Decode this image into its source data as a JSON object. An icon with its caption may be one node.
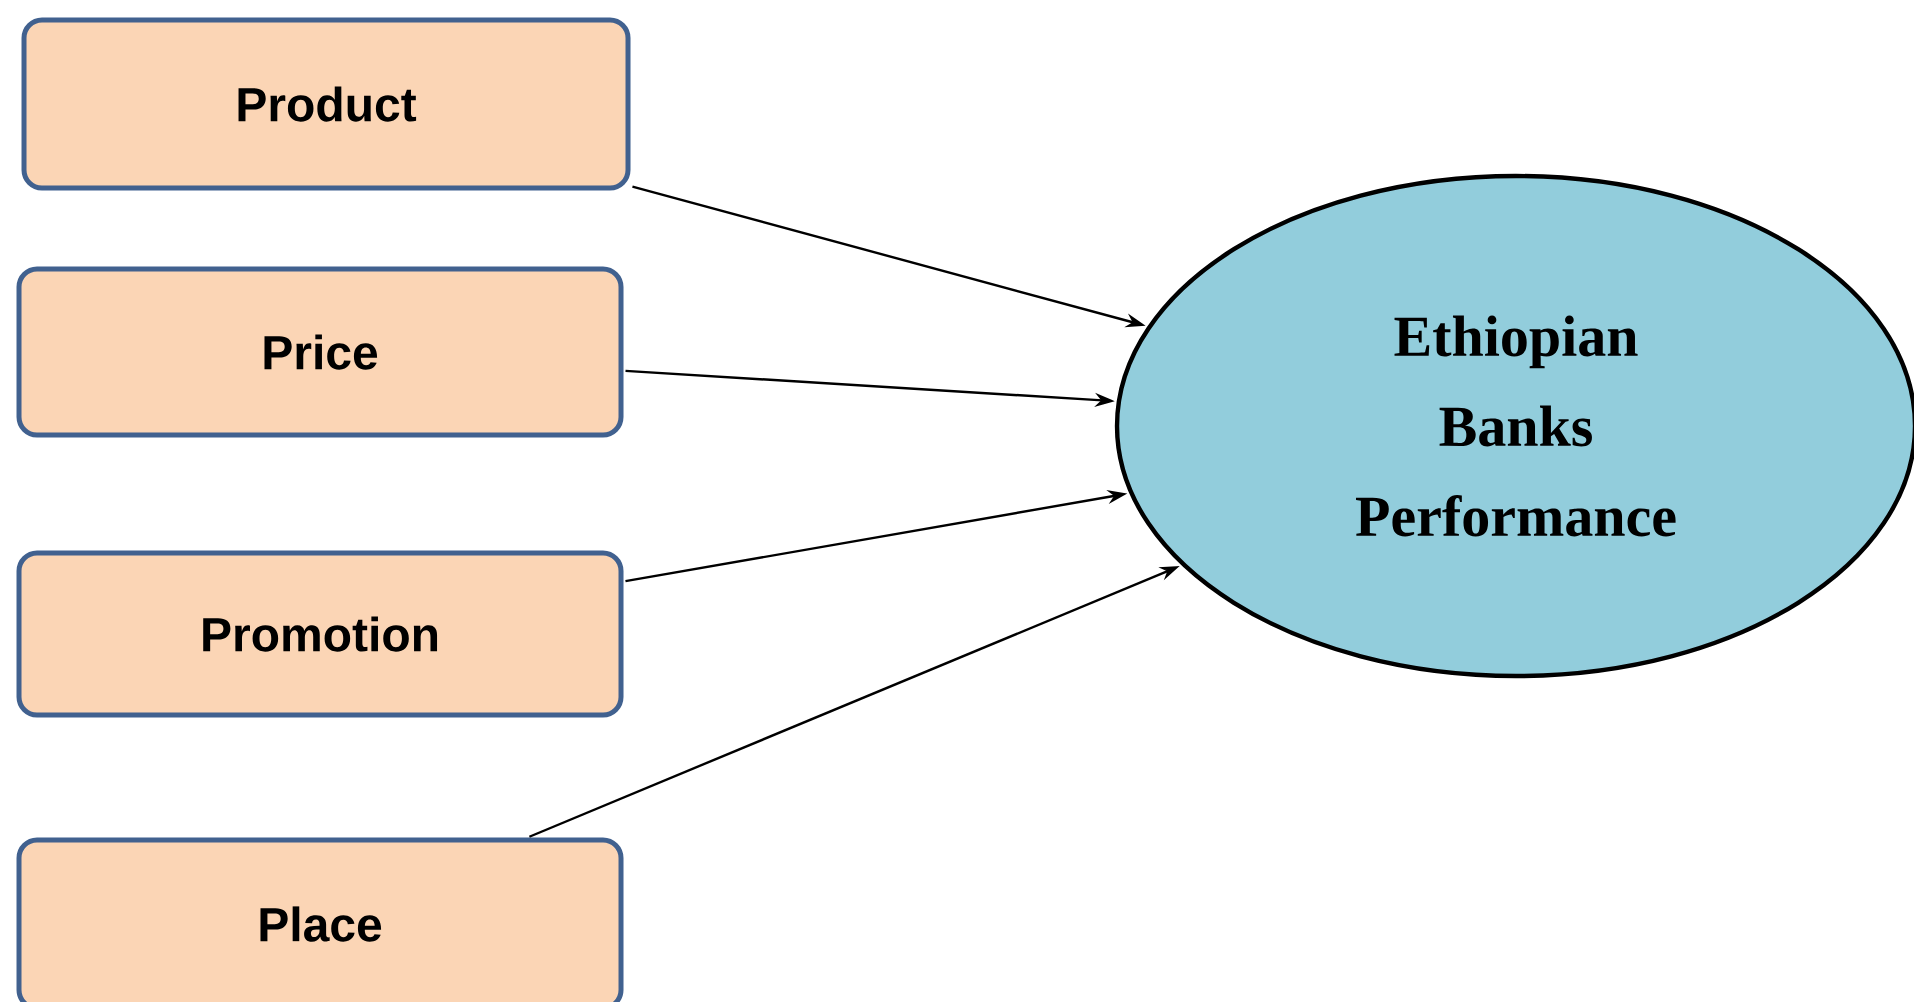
{
  "diagram": {
    "nodes": [
      {
        "text": [
          "Product"
        ]
      },
      {
        "text": [
          "Price"
        ]
      },
      {
        "text": [
          "Promotion"
        ]
      },
      {
        "text": [
          "Place"
        ]
      },
      {
        "text": [
          "Ethiopian Banks Performance"
        ]
      }
    ],
    "edges": [
      {
        "from": 0,
        "to": 4,
        "arrow": "to"
      },
      {
        "from": 1,
        "to": 4,
        "arrow": "to"
      },
      {
        "from": 2,
        "to": 4,
        "arrow": "to"
      },
      {
        "from": 3,
        "to": 4,
        "arrow": "to"
      }
    ]
  }
}
